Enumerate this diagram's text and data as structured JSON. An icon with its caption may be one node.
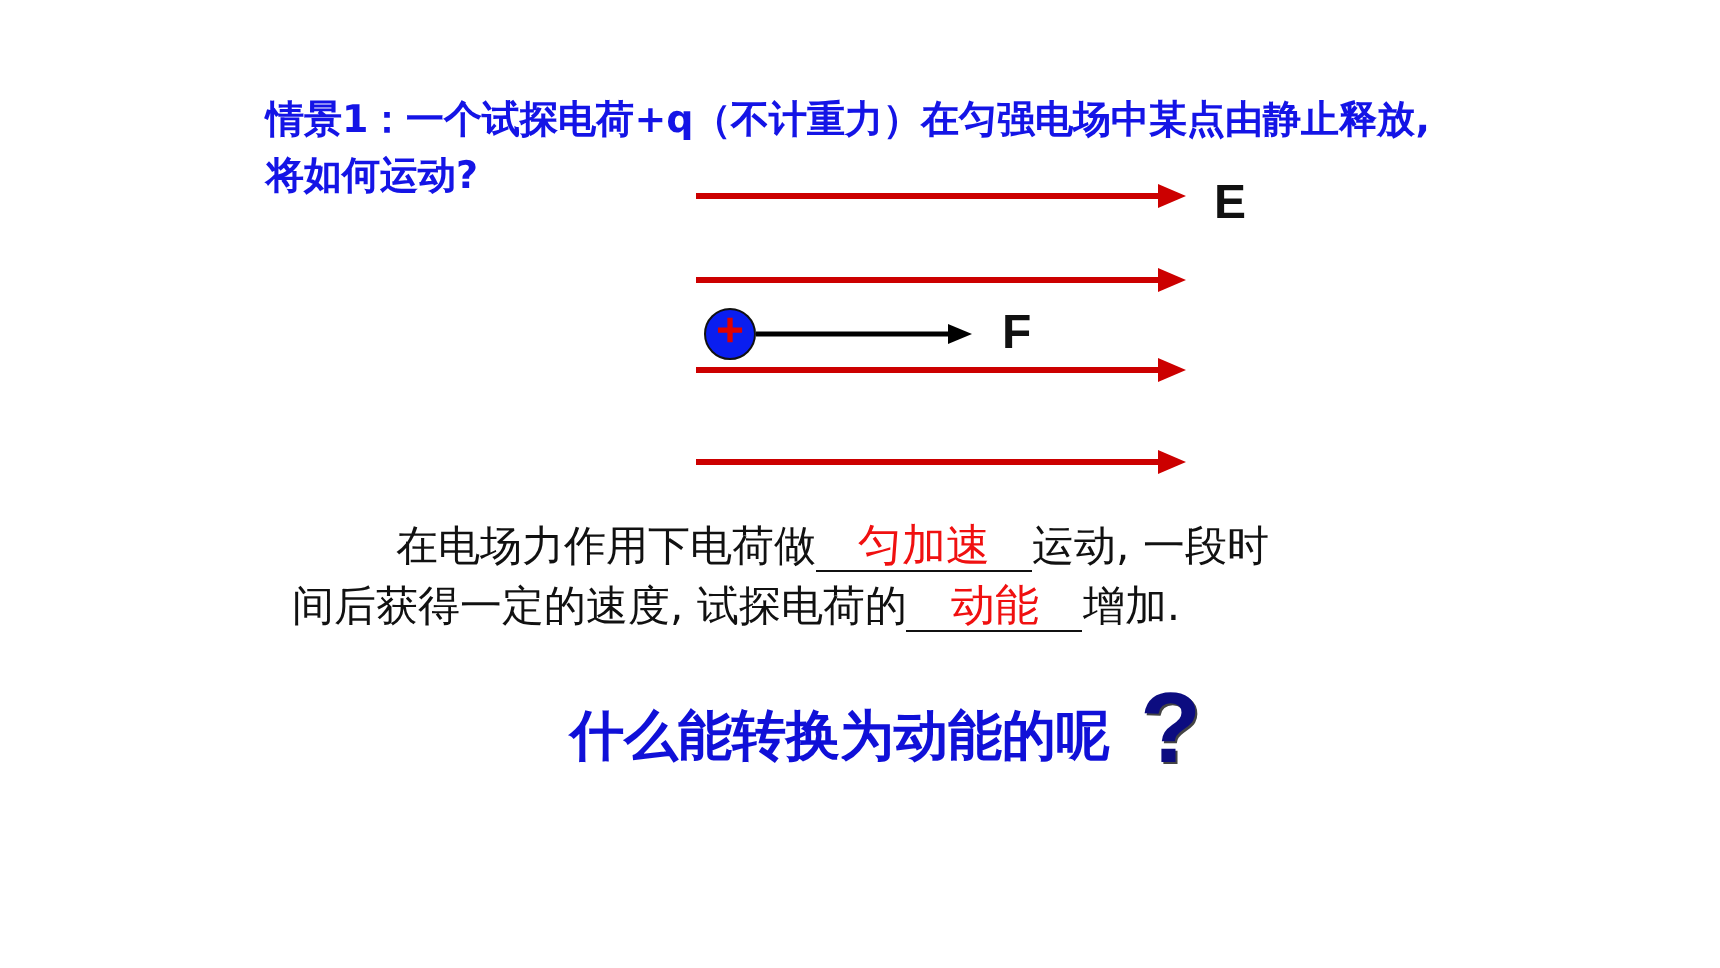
{
  "diagram": {
    "title": "情景1：一个试探电荷+q（不计重力）在匀强电场中某点由静止释放,将如何运动?",
    "nodes": [
      {
        "text": [
          "+"
        ]
      }
    ],
    "labels": [
      "E",
      "F",
      "在电场力作用下电荷做",
      "匀加速",
      "运动, 一段时间后获得一定的速度, 试探电荷的",
      "动能",
      "增加.",
      "什么能转换为动能的呢",
      "?"
    ]
  }
}
